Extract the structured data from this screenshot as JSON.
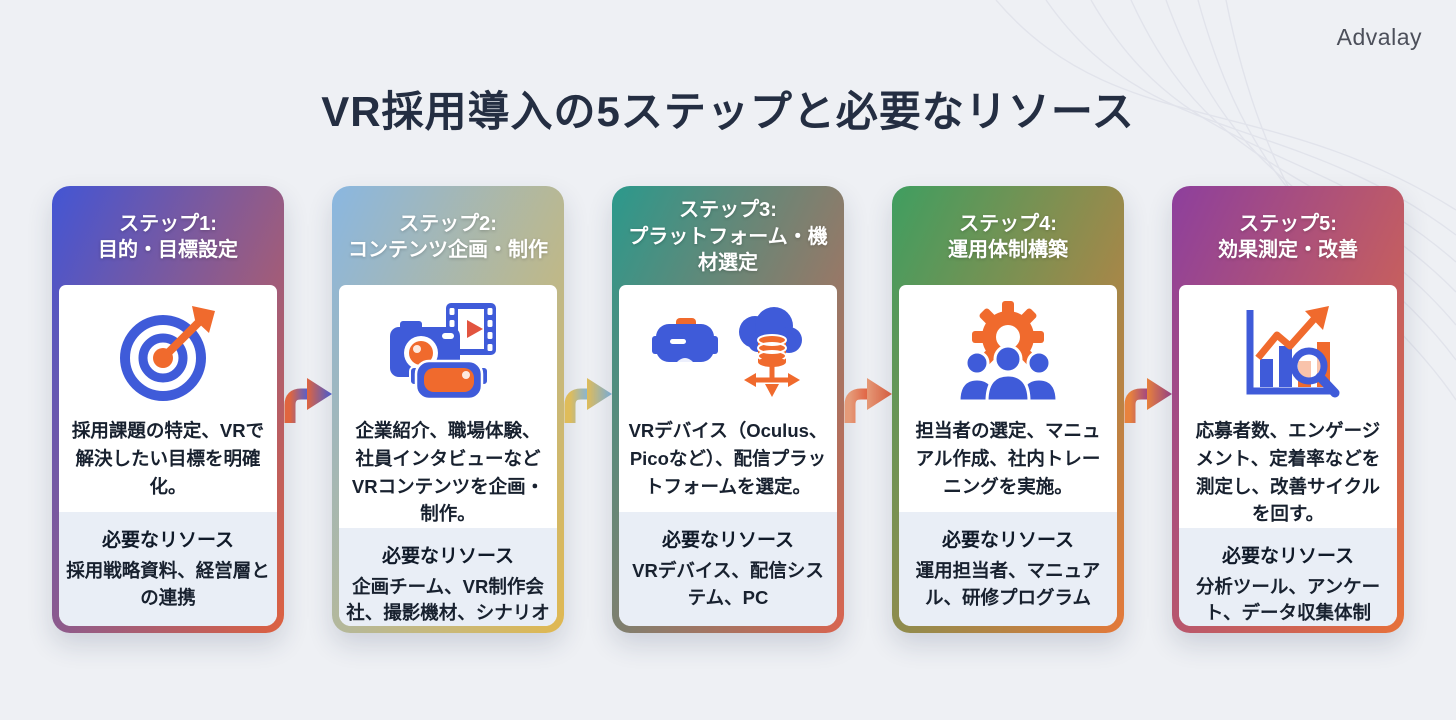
{
  "brand": "Advalay",
  "title": "VR採用導入の5ステップと必要なリソース",
  "resources_label": "必要なリソース",
  "palette": {
    "background": "#eef0f4",
    "title_color": "#242e42",
    "icon_blue": "#3f5bd9",
    "icon_orange": "#f06a2d",
    "resource_band": "#e9eef6"
  },
  "steps": [
    {
      "step_label": "ステップ1:",
      "step_title": "目的・目標設定",
      "description": "採用課題の特定、VRで解決したい目標を明確化。",
      "resources": "採用戦略資料、経営層との連携",
      "icon": "target-dart-icon",
      "gradient_from": "#4355d4",
      "gradient_to": "#dd6140"
    },
    {
      "step_label": "ステップ2:",
      "step_title": "コンテンツ企画・制作",
      "description": "企業紹介、職場体験、社員インタビューなどVRコンテンツを企画・制作。",
      "resources": "企画チーム、VR制作会社、撮影機材、シナリオ",
      "icon": "camera-film-vr-icon",
      "gradient_from": "#8ab7e1",
      "gradient_to": "#e0b851"
    },
    {
      "step_label": "ステップ3:",
      "step_title": "プラットフォーム・機材選定",
      "description": "VRデバイス（Oculus、Picoなど）、配信プラットフォームを選定。",
      "resources": "VRデバイス、配信システム、PC",
      "icon": "vr-cloud-database-icon",
      "gradient_from": "#2b998c",
      "gradient_to": "#d96450"
    },
    {
      "step_label": "ステップ4:",
      "step_title": "運用体制構築",
      "description": "担当者の選定、マニュアル作成、社内トレーニングを実施。",
      "resources": "運用担当者、マニュアル、研修プログラム",
      "icon": "gear-team-icon",
      "gradient_from": "#3f9e60",
      "gradient_to": "#e4793a"
    },
    {
      "step_label": "ステップ5:",
      "step_title": "効果測定・改善",
      "description": "応募者数、エンゲージメント、定着率などを測定し、改善サイクルを回す。",
      "resources": "分析ツール、アンケート、データ収集体制",
      "icon": "chart-magnifier-icon",
      "gradient_from": "#8d3f9d",
      "gradient_to": "#e7713a"
    }
  ],
  "arrows": [
    {
      "from": "#e0653f",
      "to": "#4a5ed8"
    },
    {
      "from": "#dfbc5a",
      "to": "#7fb4de"
    },
    {
      "from": "#e59a78",
      "to": "#e05f3f"
    },
    {
      "from": "#e8823d",
      "to": "#9c4287"
    }
  ]
}
